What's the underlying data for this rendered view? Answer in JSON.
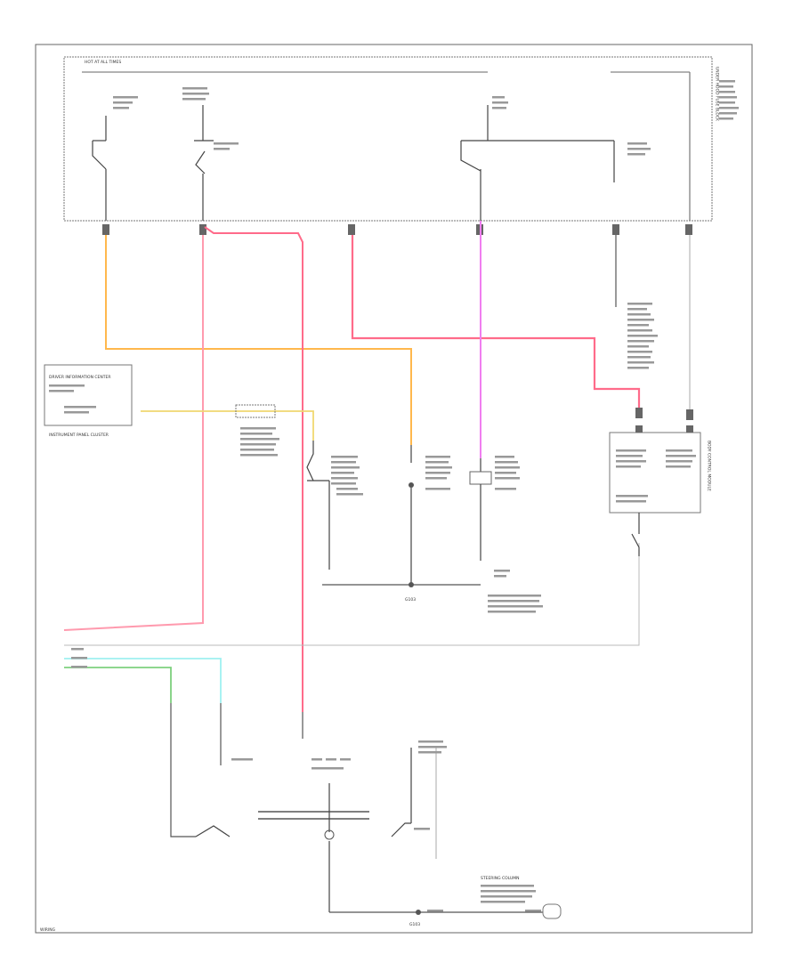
{
  "colors": {
    "orange": "#ffb84d",
    "yellow": "#f0d870",
    "red_pink": "#ff6b8a",
    "pink": "#ff9aae",
    "magenta": "#f07ef0",
    "cyan": "#9ef0f0",
    "green": "#7ed07e",
    "gray_wire": "#555555"
  },
  "labels": {
    "fuse_block_title": "HOT AT ALL TIMES",
    "fuse_block_side": "UNDER HOOD FUSE BLOCK",
    "left_module_title": "DRIVER INFORMATION CENTER",
    "left_module_sub": "INSTRUMENT PANEL CLUSTER",
    "relay_box_side": "BODY CONTROL MODULE",
    "ground_note": "G103",
    "ground_main": "G103",
    "bottom_note": "STEERING COLUMN",
    "sheet_label": "WIRING"
  }
}
